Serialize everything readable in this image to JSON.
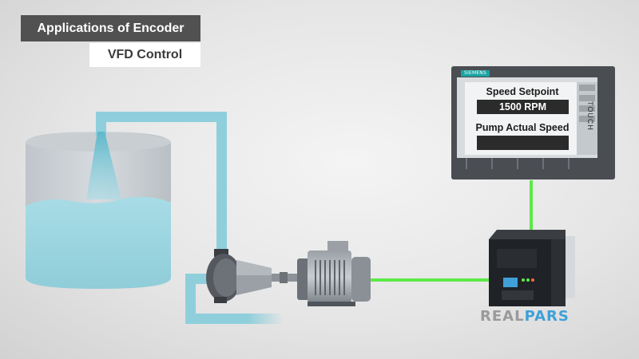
{
  "header": {
    "title": "Applications of Encoder",
    "subtitle": "VFD Control"
  },
  "hmi": {
    "brand": "SIEMENS",
    "side_label": "TOUCH",
    "speed_setpoint_label": "Speed Setpoint",
    "speed_setpoint_value": "1500 RPM",
    "actual_speed_label": "Pump Actual Speed",
    "actual_speed_value": ""
  },
  "logo": {
    "part1": "REAL",
    "part2": "PARS"
  },
  "colors": {
    "water": "#9fd6e0",
    "pipe": "#8fcfdc",
    "signal_wire": "#5fe84a",
    "panel_dark": "#4a4d52",
    "vfd_dark": "#1f2226"
  }
}
